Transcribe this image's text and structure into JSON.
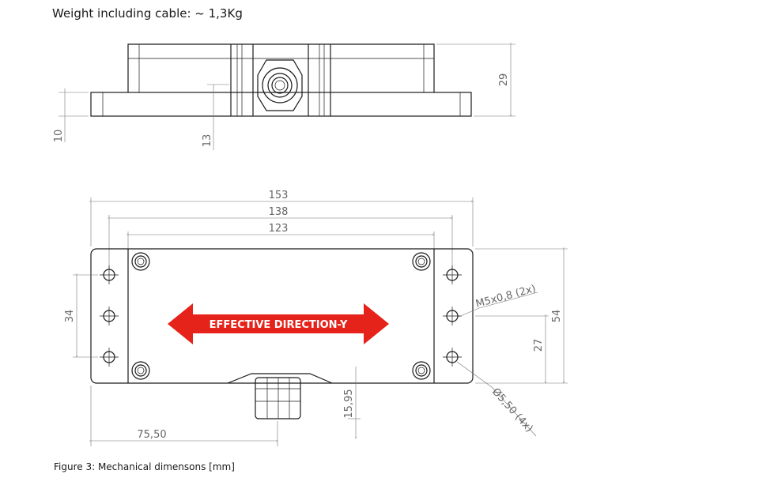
{
  "header": {
    "weight_text": "Weight including cable: ~ 1,3Kg"
  },
  "side_view": {
    "dim_10": "10",
    "dim_13": "13",
    "dim_29": "29"
  },
  "top_view": {
    "dim_153": "153",
    "dim_138": "138",
    "dim_123": "123",
    "dim_34": "34",
    "dim_54": "54",
    "dim_27": "27",
    "dim_1595": "15,95",
    "dim_7550": "75,50",
    "label_m5": "M5x0,8 (2x)",
    "label_dia": "Ø5,50 (4x)",
    "direction_label": "EFFECTIVE DIRECTION-Y",
    "direction_color": "#e5231b"
  },
  "footer": {
    "caption": "Figure 3: Mechanical dimensons [mm]"
  }
}
